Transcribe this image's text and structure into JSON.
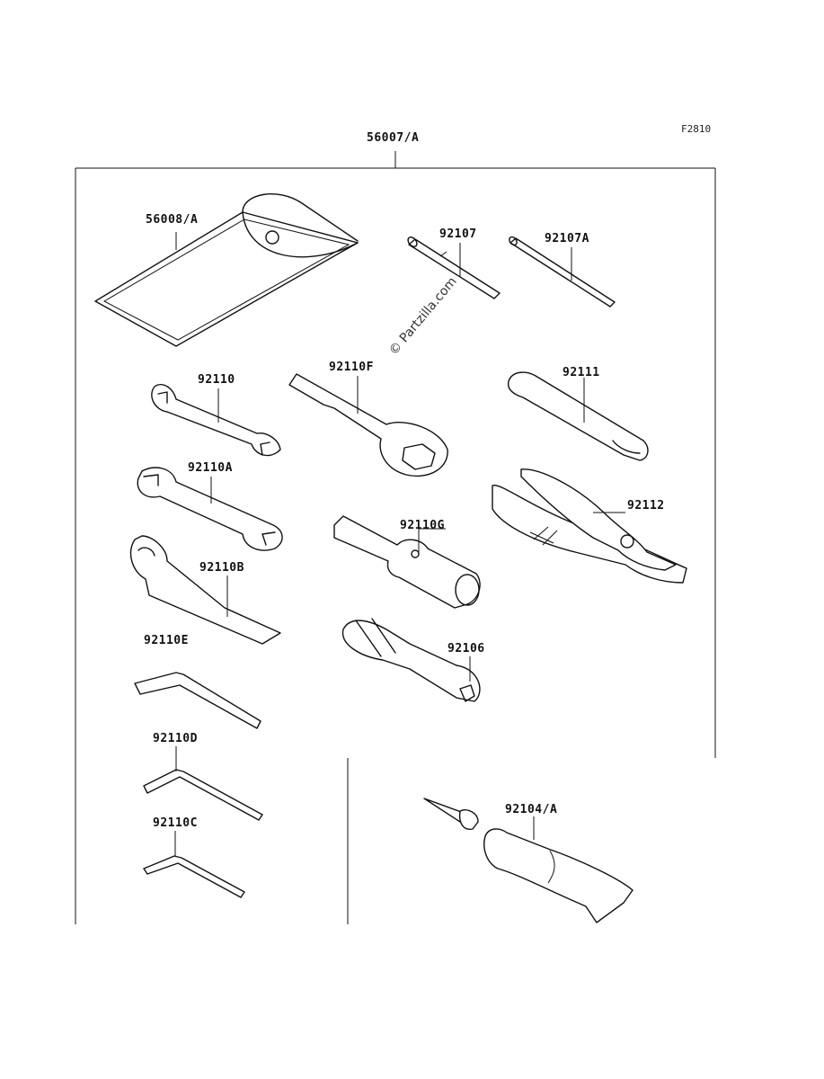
{
  "figure_id": "F2810",
  "kit_label": "56007/A",
  "watermark": "© Partzilla.com",
  "parts": {
    "p56008": "56008/A",
    "p92107": "92107",
    "p92107A": "92107A",
    "p92110": "92110",
    "p92110F": "92110F",
    "p92111": "92111",
    "p92110A": "92110A",
    "p92112": "92112",
    "p92110G": "92110G",
    "p92110B": "92110B",
    "p92110E": "92110E",
    "p92106": "92106",
    "p92110D": "92110D",
    "p92110C": "92110C",
    "p92104A": "92104/A"
  }
}
